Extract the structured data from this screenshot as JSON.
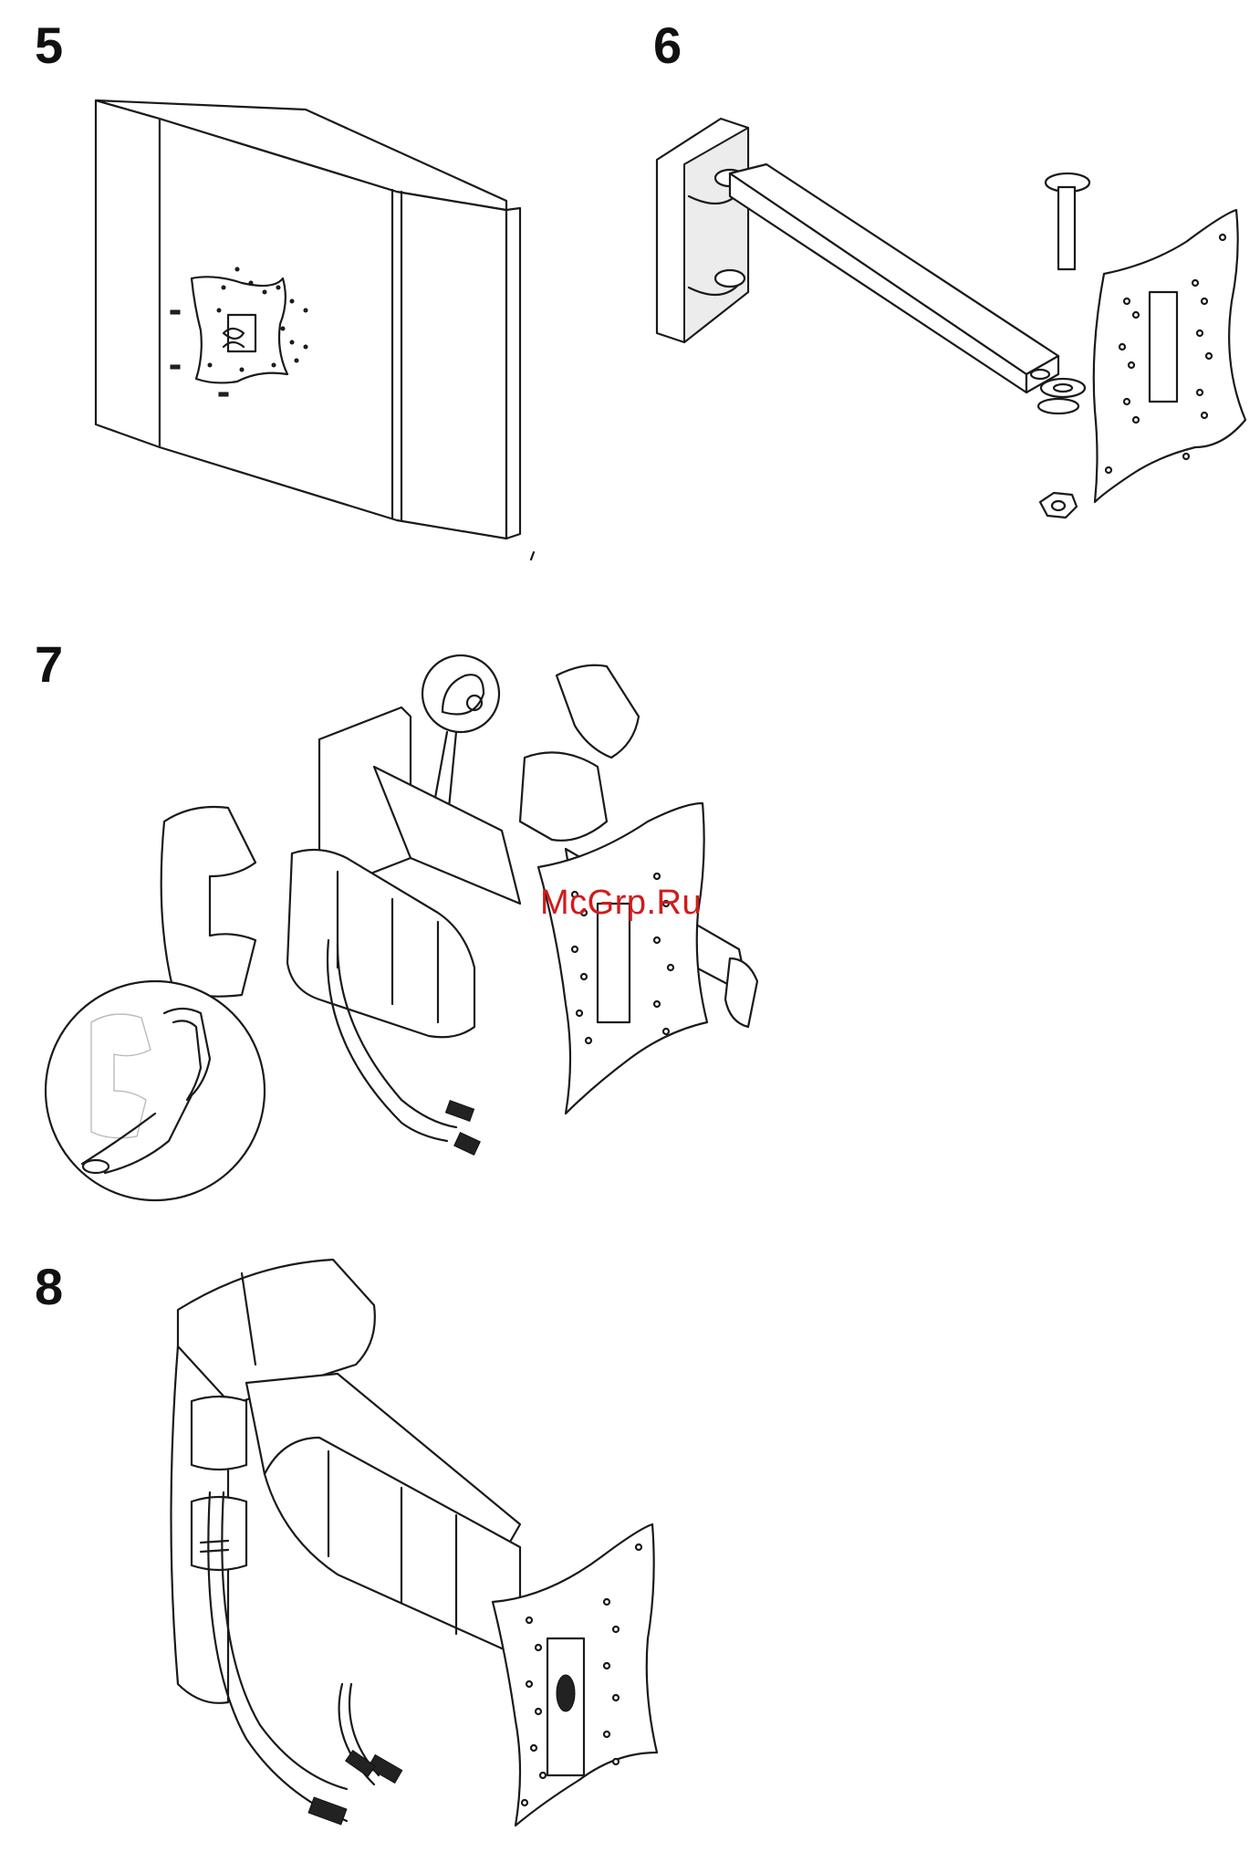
{
  "steps": [
    {
      "number": "5"
    },
    {
      "number": "6"
    },
    {
      "number": "7"
    },
    {
      "number": "8"
    }
  ],
  "watermark": {
    "text": "McGrp.Ru",
    "color": "#d21a1a"
  },
  "colors": {
    "line": "#1a1a1a",
    "background": "#ffffff"
  }
}
